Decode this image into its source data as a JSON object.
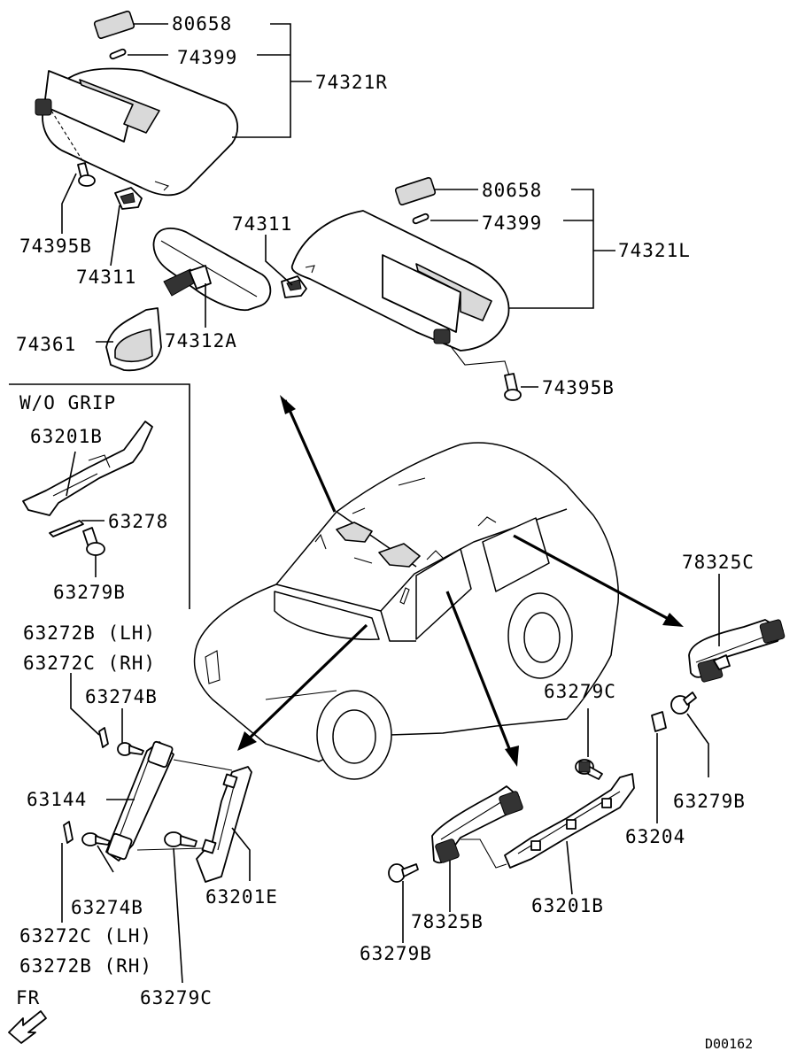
{
  "labels": {
    "visor_r_cover": "80658",
    "visor_r_clip": "74399",
    "visor_r": "74321R",
    "visor_r_screw": "74395B",
    "visor_r_holder": "74311",
    "visor_l_cover": "80658",
    "visor_l_clip": "74399",
    "visor_l": "74321L",
    "visor_l_holder": "74311",
    "visor_l_screw": "74395B",
    "mirror": "74312A",
    "mirror_cover": "74361",
    "wo_grip": "W/O GRIP",
    "bracket_wo_grip": "63201B",
    "clip_63278": "63278",
    "screw_wo_grip": "63279B",
    "front_cap_upper_1": "63272B (LH)",
    "front_cap_upper_2": "63272C (RH)",
    "front_screw_upper": "63274B",
    "front_grip": "63144",
    "front_screw_lower": "63274B",
    "front_cap_lower_1": "63272C (LH)",
    "front_cap_lower_2": "63272B (RH)",
    "front_bolt": "63279C",
    "front_bracket": "63201E",
    "rear_bolt": "63279C",
    "rear_bracket": "63201B",
    "rear_grip": "78325B",
    "rear_screw": "63279B",
    "third_grip": "78325C",
    "third_screw": "63279B",
    "third_clip": "63204",
    "fr_label": "FR",
    "diagram_code": "D00162"
  },
  "colors": {
    "ink": "#000000",
    "shade": "#d9d9d9",
    "paper": "#ffffff"
  }
}
